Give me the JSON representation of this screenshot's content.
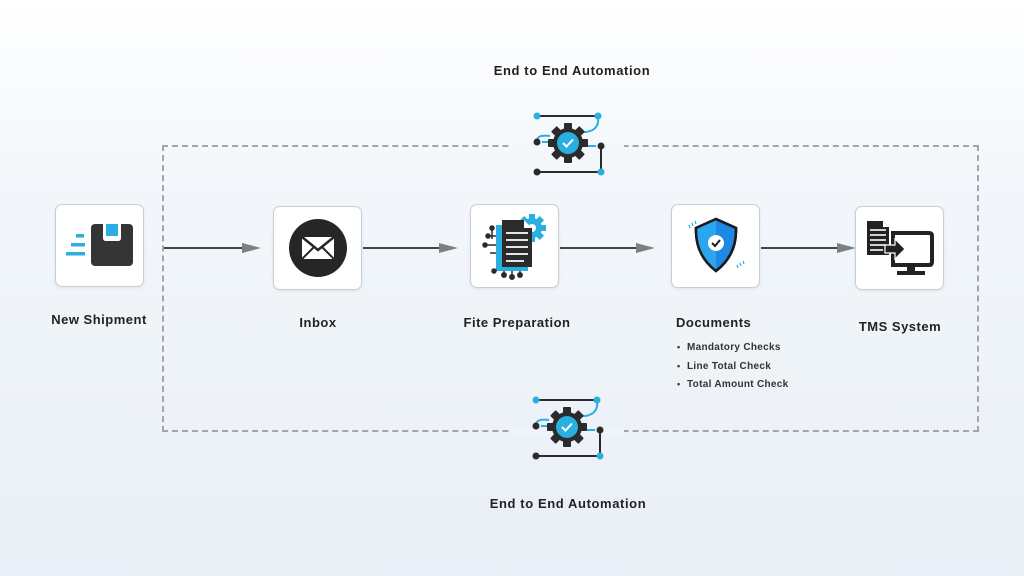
{
  "diagram": {
    "top_title": "End to End Automation",
    "bottom_title": "End to End Automation",
    "colors": {
      "accent": "#2ab0e0",
      "dark": "#2b2b2b",
      "dashed_border": "#a2a6aa",
      "arrow": "#555555"
    },
    "steps": [
      {
        "label": "New Shipment",
        "icon": "box-shipment-icon"
      },
      {
        "label": "Inbox",
        "icon": "envelope-icon"
      },
      {
        "label": "Fite Preparation",
        "icon": "document-gear-icon"
      },
      {
        "label": "Documents",
        "icon": "shield-check-icon",
        "checks": [
          "Mandatory Checks",
          "Line Total Check",
          "Total Amount Check"
        ]
      },
      {
        "label": "TMS System",
        "icon": "document-to-monitor-icon"
      }
    ],
    "automation_icons": [
      "gear-check-circuit-icon",
      "gear-check-circuit-icon"
    ]
  }
}
